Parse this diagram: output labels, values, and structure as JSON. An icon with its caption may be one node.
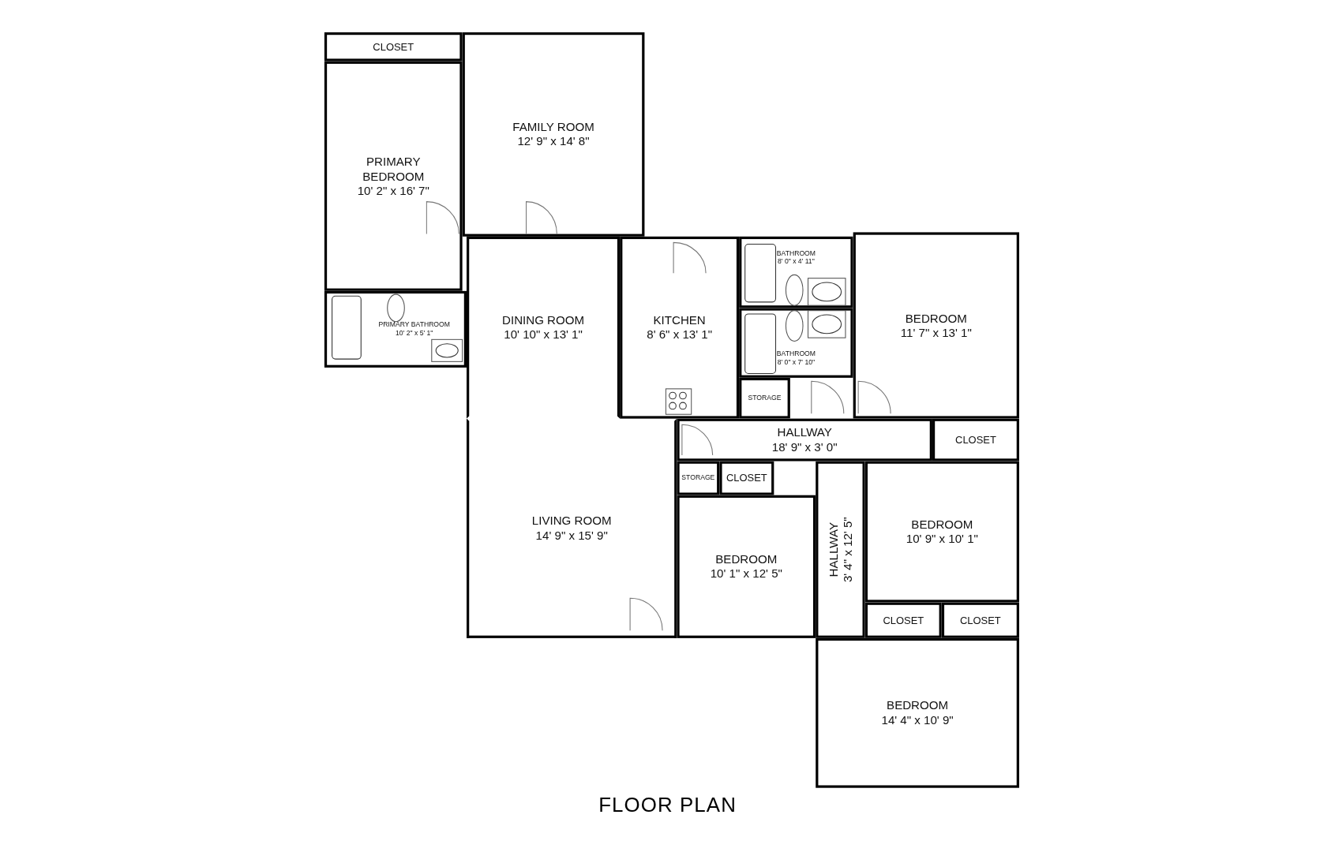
{
  "diagram": {
    "caption": "FLOOR PLAN",
    "nodes": [
      {
        "text": [
          "CLOSET"
        ]
      },
      {
        "text": [
          "FAMILY ROOM",
          "12' 9\" x 14' 8\""
        ]
      },
      {
        "text": [
          "PRIMARY BEDROOM",
          "10' 2\" x 16' 7\""
        ]
      },
      {
        "text": [
          "BATHROOM",
          "8' 0\" x 4' 11\""
        ]
      },
      {
        "text": [
          "DINING ROOM",
          "10' 10\" x 13' 1\""
        ]
      },
      {
        "text": [
          "KITCHEN",
          "8' 6\" x 13' 1\""
        ]
      },
      {
        "text": [
          "BEDROOM",
          "11' 7\" x 13' 1\""
        ]
      },
      {
        "text": [
          "PRIMARY BATHROOM",
          "10' 2\" x 5' 1\""
        ]
      },
      {
        "text": [
          "BATHROOM",
          "8' 0\" x 7' 10\""
        ]
      },
      {
        "text": [
          "STORAGE"
        ]
      },
      {
        "text": [
          "HALLWAY",
          "18' 9\" x 3' 0\""
        ]
      },
      {
        "text": [
          "CLOSET"
        ]
      },
      {
        "text": [
          "STORAGE"
        ]
      },
      {
        "text": [
          "CLOSET"
        ]
      },
      {
        "text": [
          "LIVING ROOM",
          "14' 9\" x 15' 9\""
        ]
      },
      {
        "text": [
          "BEDROOM",
          "10' 9\" x 10' 1\""
        ]
      },
      {
        "text": [
          "HALLWAY",
          "3' 4\" x 12' 5\""
        ]
      },
      {
        "text": [
          "BEDROOM",
          "10' 1\" x 12' 5\""
        ]
      },
      {
        "text": [
          "CLOSET"
        ]
      },
      {
        "text": [
          "CLOSET"
        ]
      },
      {
        "text": [
          "BEDROOM",
          "14' 4\" x 10' 9\""
        ]
      }
    ]
  }
}
